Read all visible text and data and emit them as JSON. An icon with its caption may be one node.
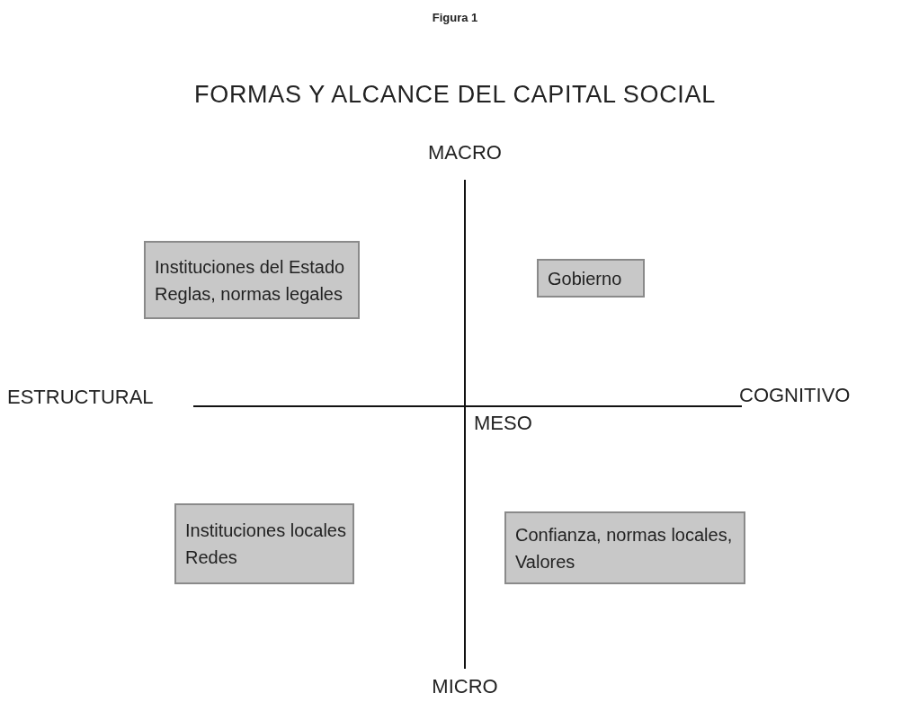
{
  "diagram": {
    "title": "FORMAS Y ALCANCE DEL CAPITAL SOCIAL",
    "nodes": [
      {
        "text": [
          "Instituciones del Estado",
          "Reglas, normas legales"
        ]
      },
      {
        "text": [
          "Gobierno"
        ]
      },
      {
        "text": [
          "Instituciones locales",
          "Redes"
        ]
      },
      {
        "text": [
          "Confianza, normas locales,",
          "Valores"
        ]
      }
    ],
    "labels": [
      "Figura 1",
      "MACRO",
      "ESTRUCTURAL",
      "COGNITIVO",
      "MESO",
      "MICRO"
    ]
  }
}
